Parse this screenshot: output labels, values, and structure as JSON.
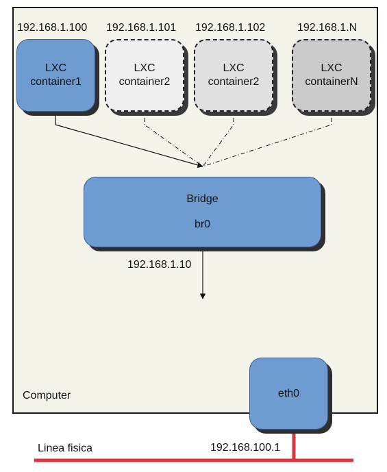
{
  "computer": {
    "label": "Computer"
  },
  "containers": [
    {
      "ip": "192.168.1.100",
      "line1": "LXC",
      "line2": "container1"
    },
    {
      "ip": "192.168.1.101",
      "line1": "LXC",
      "line2": "container2"
    },
    {
      "ip": "192.168.1.102",
      "line1": "LXC",
      "line2": "container2"
    },
    {
      "ip": "192.168.1.N",
      "line1": "LXC",
      "line2": "containerN"
    }
  ],
  "bridge": {
    "title": "Bridge",
    "name": "br0",
    "ip": "192.168.1.10"
  },
  "nic": {
    "name": "eth0",
    "ip": "192.168.100.1"
  },
  "physical_line": {
    "label": "Linea fisica"
  },
  "colors": {
    "accent_blue": "#6e9cd1",
    "physical_line": "#d9363e",
    "canvas": "#f5f4ea"
  }
}
